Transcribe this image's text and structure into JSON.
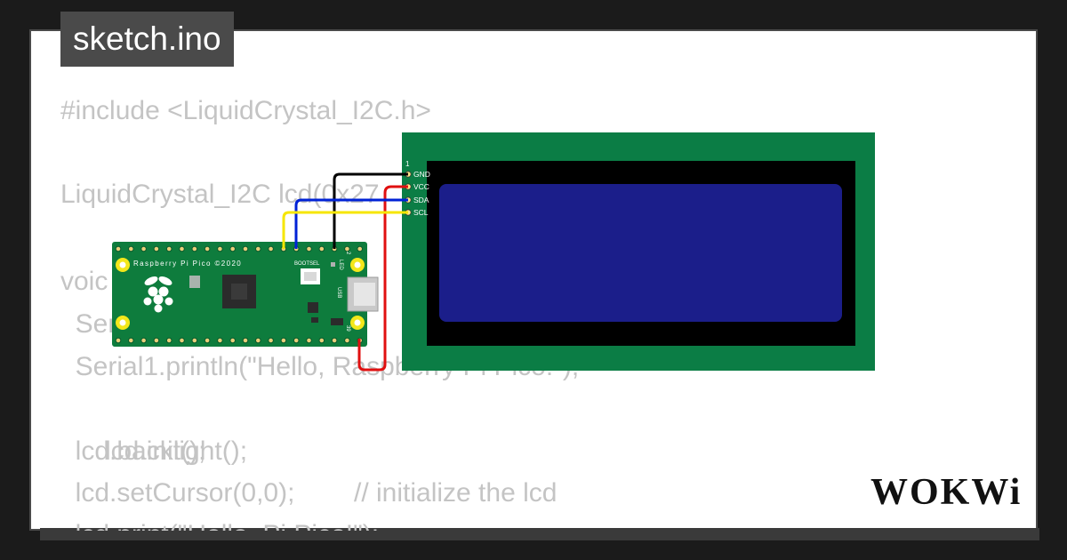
{
  "file_tab": {
    "label": "sketch.ino"
  },
  "code_lines": [
    "#include <LiquidCrystal_I2C.h>",
    "",
    "LiquidCrystal_I2C lcd(0x27",
    "",
    "voic",
    "  Ser",
    "  Serial1.println(\"Hello, Raspberry Pi Pico!\");",
    "  lcd.init();",
    "  lcd.backlight();",
    "  lcd.setCursor(0,0);",
    "  lcd.print(\"Hello, Pi Pico!\");"
  ],
  "code_comment": "// initialize the lcd",
  "lcd": {
    "pin1": "1",
    "pins": [
      "GND",
      "VCC",
      "SDA",
      "SCL"
    ]
  },
  "pico": {
    "label": "Raspberry Pi Pico ©2020",
    "bootsel": "BOOTSEL",
    "usb": "USB",
    "led": "LED",
    "pin_39": "39",
    "pin_2": "2"
  },
  "logo_text": "WOKWi",
  "colors": {
    "lcd_board": "#0b7d45",
    "lcd_screen": "#1b1e8a",
    "pico_board": "#0e7c3d",
    "wire_gnd": "#000000",
    "wire_vcc": "#e01010",
    "wire_sda": "#0022d6",
    "wire_scl": "#f6e600"
  }
}
